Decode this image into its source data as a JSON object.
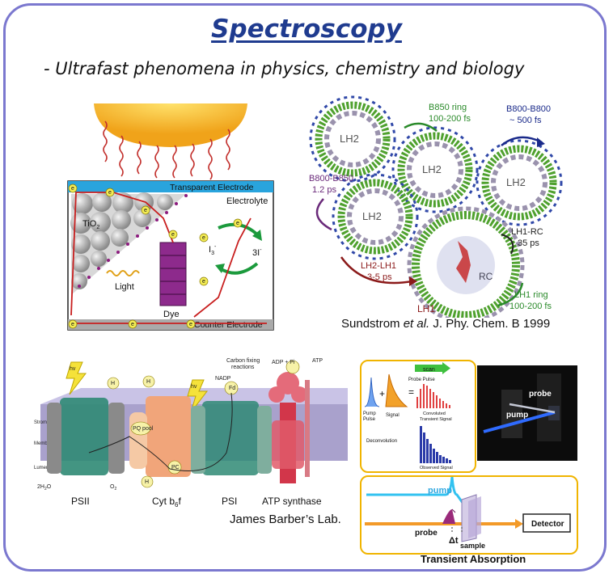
{
  "title": "Spectroscopy",
  "subtitle": "- Ultrafast phenomena in physics, chemistry and biology",
  "dssc": {
    "top_label": "Transparent Electrode",
    "bottom_label": "Counter Electrode",
    "electrolyte": "Electrolyte",
    "tio2": "TiO",
    "tio2_sub": "2",
    "light": "Light",
    "dye": "Dye",
    "i3": "I",
    "i3_sub": "3",
    "i3_sup": "-",
    "three_i": "3I",
    "three_i_sup": "-",
    "electron": "e"
  },
  "lh": {
    "rings": [
      "LH2",
      "LH2",
      "LH2",
      "LH2"
    ],
    "b850_title": "B850 ring",
    "b850_time": "100-200 fs",
    "b800_title": "B800-B800",
    "b800_time": "~ 500 fs",
    "b800b850_title": "B800-B850",
    "b800b850_time": "1.2 ps",
    "lh1rc_title": "LH1-RC",
    "lh1rc_time": "35 ps",
    "lh2lh1_title": "LH2-LH1",
    "lh2lh1_time": "3-5 ps",
    "lh1ring_title": "LH1 ring",
    "lh1ring_time": "100-200 fs",
    "rc": "RC",
    "lh1": "LH1",
    "citation_pre": "Sundstrom ",
    "citation_etal": "et al.",
    "citation_post": " J. Phy. Chem. B 1999"
  },
  "ps": {
    "carbon": "Carbon fixing",
    "reactions": "reactions",
    "nadp": "NADP",
    "adp": "ADP + Pi",
    "atp": "ATP",
    "stroma": "Stroma",
    "membrane": "Membrane",
    "lumen": "Lumen",
    "psii": "PSII",
    "cyt": "Cyt b",
    "cyt_sub": "6",
    "cyt_f": "f",
    "psi": "PSI",
    "atp_synthase": "ATP synthase",
    "h2o": "2H",
    "h2o_sub": "2",
    "h2o_o": "O",
    "o2": "O",
    "o2_sub": "2",
    "hplus": "H",
    "hv": "hv",
    "pqpool": "PQ pool",
    "pc": "PC",
    "fd": "Fd",
    "lab": "James Barber’s Lab."
  },
  "deconv": {
    "scan": "scan",
    "probe_pulse": "Probe Pulse",
    "pump_pulse": "Pump\nPulse",
    "signal": "Signal",
    "convoluted": "Convoluted",
    "transient": "Transient Signal",
    "deconvolution": "Deconvolution",
    "observed": "Observed Signal"
  },
  "photo": {
    "probe": "probe",
    "pump": "pump"
  },
  "ta": {
    "pump": "pump",
    "probe": "probe",
    "dt": "Δt",
    "sample": "sample",
    "detector": "Detector",
    "caption": "Transient Absorption"
  },
  "colors": {
    "frame": "#7b78cf",
    "title": "#1f3b8f",
    "panel_border": "#f0b400",
    "ring_green": "#4fa12e",
    "arrow_red": "#8b1a1a"
  }
}
